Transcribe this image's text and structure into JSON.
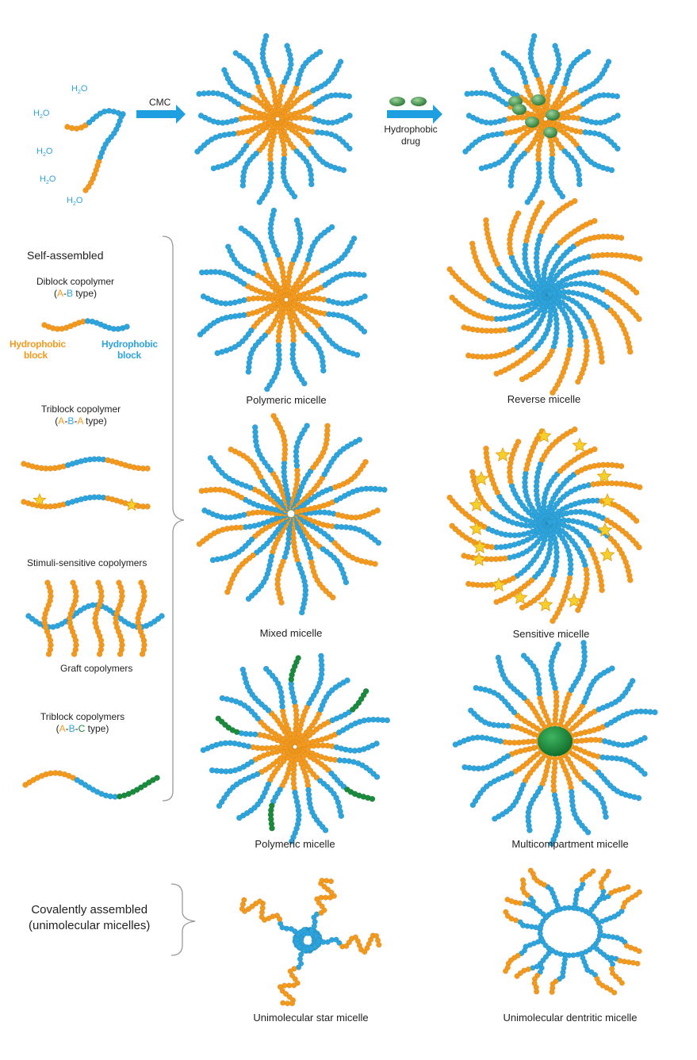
{
  "colors": {
    "hydrophobic": "#f39a1e",
    "hydrophilic": "#2ea4dc",
    "third_block": "#1a8a3c",
    "drug": "#3f8a45",
    "star": "#f5cf2a",
    "arrow": "#1e9fe0",
    "bracket": "#999999"
  },
  "top_row": {
    "water_labels": [
      "H",
      "H",
      "H",
      "H",
      "H"
    ],
    "water_suffix": "O",
    "water_subscript": "2",
    "cmc_label": "CMC",
    "drug_label_line1": "Hydrophobic",
    "drug_label_line2": "drug"
  },
  "self_assembled": {
    "heading": "Self-assembled",
    "diblock": {
      "title": "Diblock copolymer",
      "type_prefix": "(",
      "a": "A",
      "dash": "-",
      "b": "B",
      "type_suffix": " type)"
    },
    "block_left_line1": "Hydrophobic",
    "block_left_line2": "block",
    "block_right_line1": "Hydrophobic",
    "block_right_line2": "block",
    "triblock_aba": {
      "title": "Triblock copolymer",
      "type_prefix": "(",
      "a": "A",
      "b": "B",
      "a2": "A",
      "type_suffix": " type)"
    },
    "stimuli": "Stimuli-sensitive copolymers",
    "graft": "Graft copolymers",
    "triblock_abc": {
      "title": "Triblock copolymers",
      "type_prefix": "(",
      "a": "A",
      "b": "B",
      "c": "C",
      "type_suffix": " type)"
    }
  },
  "micelles": {
    "polymeric_1": "Polymeric micelle",
    "reverse": "Reverse micelle",
    "mixed": "Mixed micelle",
    "sensitive": "Sensitive micelle",
    "polymeric_2": "Polymeric micelle",
    "multicompartment": "Multicompartment micelle",
    "star": "Unimolecular star micelle",
    "dendritic": "Unimolecular dentritic micelle"
  },
  "covalent": {
    "line1": "Covalently assembled",
    "line2": "(unimolecular micelles)"
  }
}
